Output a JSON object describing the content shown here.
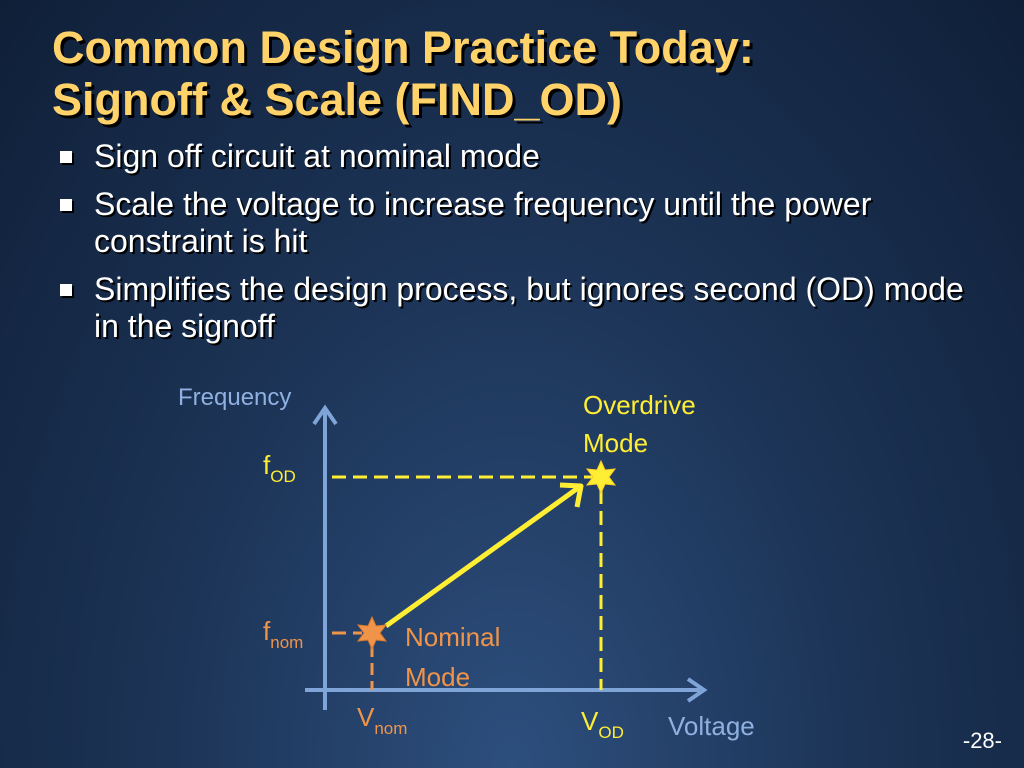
{
  "title": {
    "line1": "Common Design Practice Today:",
    "line2": "Signoff & Scale (FIND_OD)"
  },
  "bullets": [
    "Sign off circuit at nominal mode",
    "Scale the voltage to increase frequency until the power constraint is hit",
    "Simplifies the design process, but ignores second (OD) mode in the signoff"
  ],
  "diagram": {
    "y_axis_label": "Frequency",
    "x_axis_label": "Voltage",
    "f_od": {
      "main": "f",
      "sub": "OD"
    },
    "f_nom": {
      "main": "f",
      "sub": "nom"
    },
    "v_nom": {
      "main": "V",
      "sub": "nom"
    },
    "v_od": {
      "main": "V",
      "sub": "OD"
    },
    "overdrive_label": {
      "line1": "Overdrive",
      "line2": "Mode"
    },
    "nominal_label": {
      "line1": "Nominal",
      "line2": "Mode"
    },
    "colors": {
      "axis": "#7ea4d8",
      "overdrive": "#ffee33",
      "nominal": "#f0944a",
      "axis_text": "#8fb0e0"
    }
  },
  "page_number": "-28-"
}
